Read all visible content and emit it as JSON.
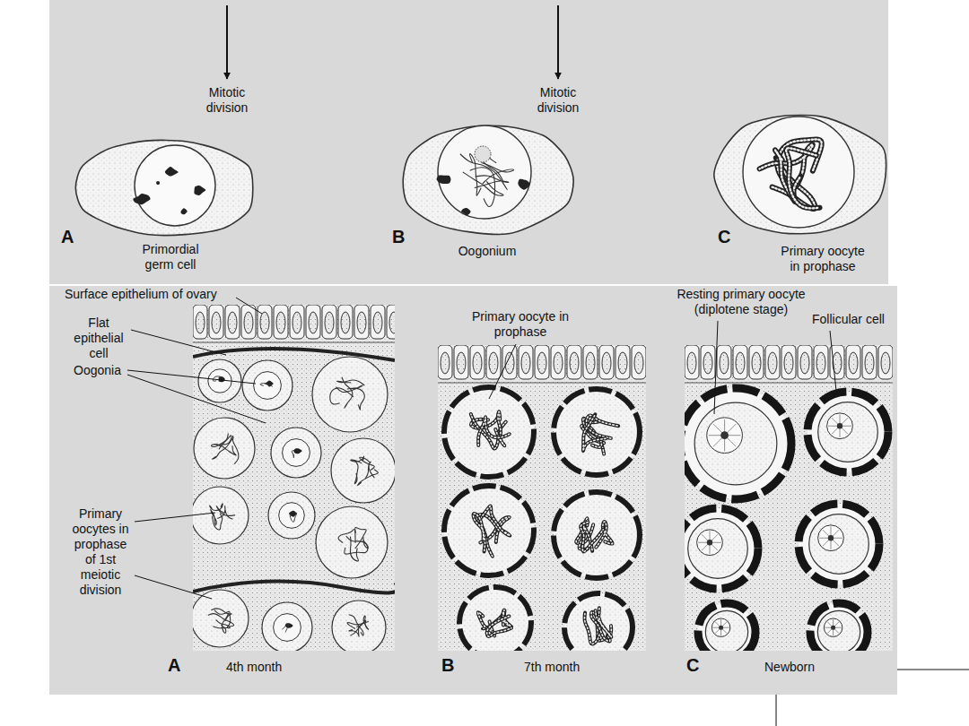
{
  "diagram": {
    "labels": [
      "Mitotic division",
      "Mitotic division",
      "A",
      "Primordial germ cell",
      "B",
      "Oogonium",
      "C",
      "Primary oocyte in prophase",
      "Surface epithelium of ovary",
      "Flat epithelial cell",
      "Oogonia",
      "Primary oocytes in prophase of 1st meiotic division",
      "Primary oocyte in prophase",
      "Resting primary oocyte (diplotene stage)",
      "Follicular cell",
      "A",
      "4th month",
      "B",
      "7th month",
      "C",
      "Newborn"
    ]
  }
}
